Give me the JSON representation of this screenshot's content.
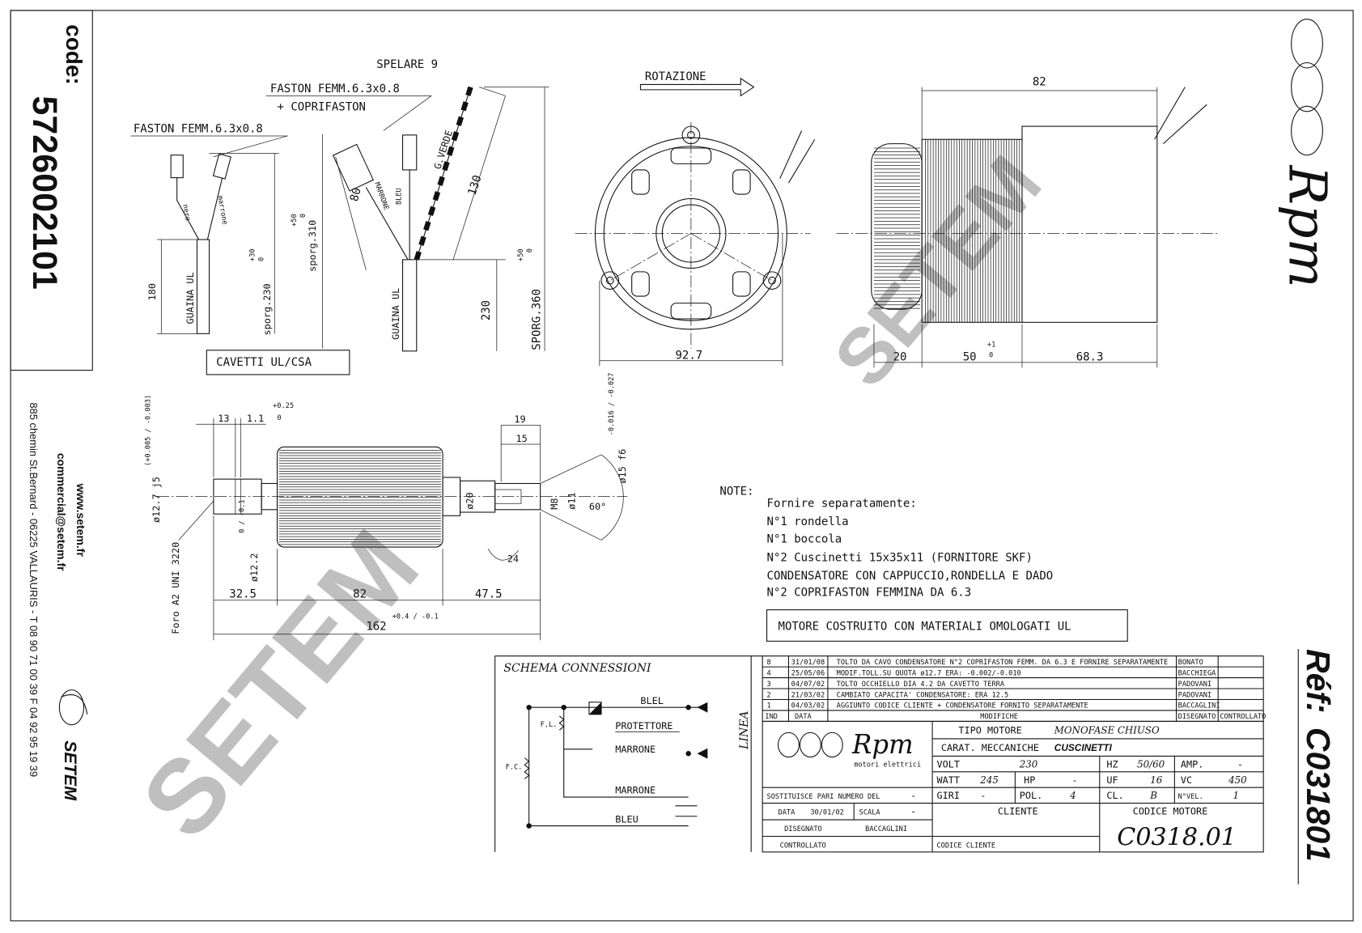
{
  "code_panel": {
    "label": "code:",
    "code": "5726002101"
  },
  "contact": {
    "website": "www.setem.fr",
    "email": "commercial@setem.fr",
    "address": "885 chemin St.Bernard - 06225 VALLAURIS - T 08 90 71 00 39  F 04 92 95 19 39",
    "logo_text": "SETEM"
  },
  "brand": {
    "logo_text": "Rpm",
    "subtitle": "motori elettrici"
  },
  "reference": {
    "label": "Réf:",
    "value": "C031801"
  },
  "watermark": "SETEM",
  "wires": {
    "faston1": "FASTON FEMM.6.3x0.8",
    "faston2": "FASTON FEMM.6.3x0.8",
    "coprifaston": "+ COPRIFASTON",
    "spelare": "SPELARE 9",
    "nero": "nero",
    "marrone": "marrone",
    "marrone2": "MARRONE",
    "bleu": "BLEU",
    "verde": "G.VERDE",
    "guaina1": "GUAINA UL",
    "guaina2": "GUAINA UL",
    "d180": "180",
    "sporg230": "sporg.230",
    "sporg230_tol_plus": "+30",
    "sporg230_tol_minus": "0",
    "sporg310": "sporg.310",
    "sporg310_tol_plus": "+50",
    "sporg310_tol_minus": "0",
    "d80": "80",
    "d130": "130",
    "d230": "230",
    "sporg360": "SPORG.360",
    "sporg360_tol_plus": "+50",
    "sporg360_tol_minus": "0",
    "cavetti": "CAVETTI UL/CSA"
  },
  "front_view": {
    "rotation_label": "ROTAZIONE",
    "width_dim": "92.7"
  },
  "side_view": {
    "top_dim": "82",
    "d20": "20",
    "d50": "50",
    "d50_tol_plus": "+1",
    "d50_tol_minus": "0",
    "d68": "68.3"
  },
  "rotor": {
    "d13": "13",
    "d1_1": "1.1",
    "tol_025": "+0.25",
    "tol_0": "0",
    "d19": "19",
    "d15": "15",
    "d12_7": "ø12.7 j5",
    "tol_j5": "(+0.005 / -0.003)",
    "d12_2": "ø12.2",
    "tol_12_2": "0 / -0.1",
    "d20": "ø20",
    "m8": "M8",
    "d11": "ø11",
    "angle": "60°",
    "d15_shaft": "ø15 f6",
    "tol_15": "-0.016 / -0.027",
    "d24": "24",
    "foro": "Foro A2 UNI 3220",
    "d32_5": "32.5",
    "d82": "82",
    "d47_5": "47.5",
    "d162": "162",
    "tol_162": "+0.4 / -0.1"
  },
  "notes": {
    "title": "NOTE:",
    "lines": [
      "Fornire separatamente:",
      "N°1 rondella",
      "N°1 boccola",
      "N°2 Cuscinetti 15x35x11 (FORNITORE SKF)",
      "CONDENSATORE CON CAPPUCCIO,RONDELLA E DADO",
      "N°2 COPRIFASTON FEMMINA DA 6.3"
    ],
    "ul_box": "MOTORE COSTRUITO CON MATERIALI OMOLOGATI UL"
  },
  "schema": {
    "title": "SCHEMA CONNESSIONI",
    "blel": "BLEL",
    "protettore": "PROTETTORE",
    "marrone1": "MARRONE",
    "marrone2": "MARRONE",
    "bleu": "BLEU",
    "fl": "F.L.",
    "fc": "F.C.",
    "linea": "LINEA"
  },
  "revisions": {
    "headers": {
      "ind": "IND",
      "data": "DATA",
      "modifiche": "MODIFICHE",
      "disegnato": "DISEGNATO",
      "controllato": "CONTROLLATO"
    },
    "rows": [
      {
        "ind": "8",
        "date": "31/01/08",
        "desc": "TOLTO DA CAVO CONDENSATORE  N°2 COPRIFASTON FEMM. DA 6.3 E FORNIRE SEPARATAMENTE",
        "drawn": "BONATO",
        "checked": ""
      },
      {
        "ind": "4",
        "date": "25/05/06",
        "desc": "MODIF.TOLL.SU QUOTA  ø12.7 ERA: -0.002/-0.010",
        "drawn": "BACCHIEGA",
        "checked": ""
      },
      {
        "ind": "3",
        "date": "04/07/02",
        "desc": "TOLTO OCCHIELLO DIA 4.2 DA CAVETTO TERRA",
        "drawn": "PADOVANI",
        "checked": ""
      },
      {
        "ind": "2",
        "date": "21/03/02",
        "desc": "CAMBIATO CAPACITA' CONDENSATORE: ERA 12.5",
        "drawn": "PADOVANI",
        "checked": ""
      },
      {
        "ind": "1",
        "date": "04/03/02",
        "desc": "AGGIUNTO CODICE CLIENTE + CONDENSATORE FORNITO SEPARATAMENTE",
        "drawn": "BACCAGLINI",
        "checked": ""
      }
    ]
  },
  "title_block": {
    "tipo_motore_label": "TIPO MOTORE",
    "tipo_motore": "MONOFASE CHIUSO",
    "carat_label": "CARAT. MECCANICHE",
    "carat": "CUSCINETTI",
    "volt_label": "VOLT",
    "volt": "230",
    "hz_label": "HZ",
    "hz": "50/60",
    "amp_label": "AMP.",
    "amp": "-",
    "watt_label": "WATT",
    "watt": "245",
    "hp_label": "HP",
    "hp": "-",
    "uf_label": "UF",
    "uf": "16",
    "vc_label": "VC",
    "vc": "450",
    "giri_label": "GIRI",
    "giri": "-",
    "pol_label": "POL.",
    "pol": "4",
    "cl_label": "CL.",
    "cl": "B",
    "nvel_label": "N°VEL.",
    "nvel": "1",
    "sostituisce_label": "SOSTITUISCE PARI NUMERO DEL",
    "sostituisce": "-",
    "data_label": "DATA",
    "data": "30/01/02",
    "scala_label": "SCALA",
    "scala": "-",
    "disegnato_label": "DISEGNATO",
    "disegnato": "BACCAGLINI",
    "controllato_label": "CONTROLLATO",
    "cliente_label": "CLIENTE",
    "codice_cliente_label": "CODICE CLIENTE",
    "codice_motore_label": "CODICE MOTORE",
    "codice_motore": "C0318.01"
  }
}
